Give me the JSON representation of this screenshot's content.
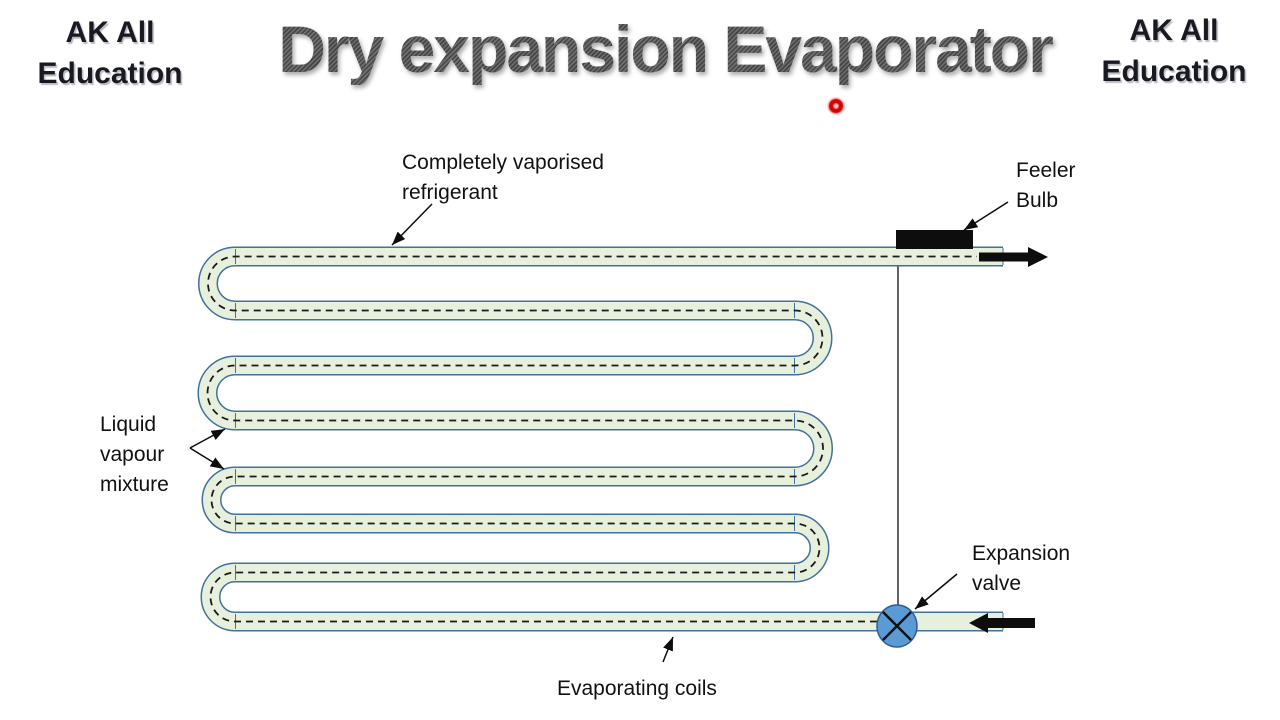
{
  "branding": {
    "left": {
      "line1": "AK All",
      "line2": "Education"
    },
    "right": {
      "line1": "AK All",
      "line2": "Education"
    }
  },
  "title": "Dry expansion Evaporator",
  "labels": {
    "vaporised_line1": "Completely vaporised",
    "vaporised_line2": "refrigerant",
    "feeler_line1": "Feeler",
    "feeler_line2": "Bulb",
    "mixture_line1": "Liquid",
    "mixture_line2": "vapour",
    "mixture_line3": "mixture",
    "valve_line1": "Expansion",
    "valve_line2": "valve",
    "coils": "Evaporating coils"
  },
  "colors": {
    "tube_fill": "#e7f0dd",
    "tube_border": "#41719c",
    "flow_dash": "#1a1a1a",
    "valve_fill": "#5b9bd5",
    "valve_border": "#2f5d8f",
    "feeler_bulb_black": "#0d0d0d",
    "arrow_black": "#0d0d0d",
    "title_gray": "#595959",
    "brand_navy": "#191922",
    "laser_red": "#dd0000"
  }
}
